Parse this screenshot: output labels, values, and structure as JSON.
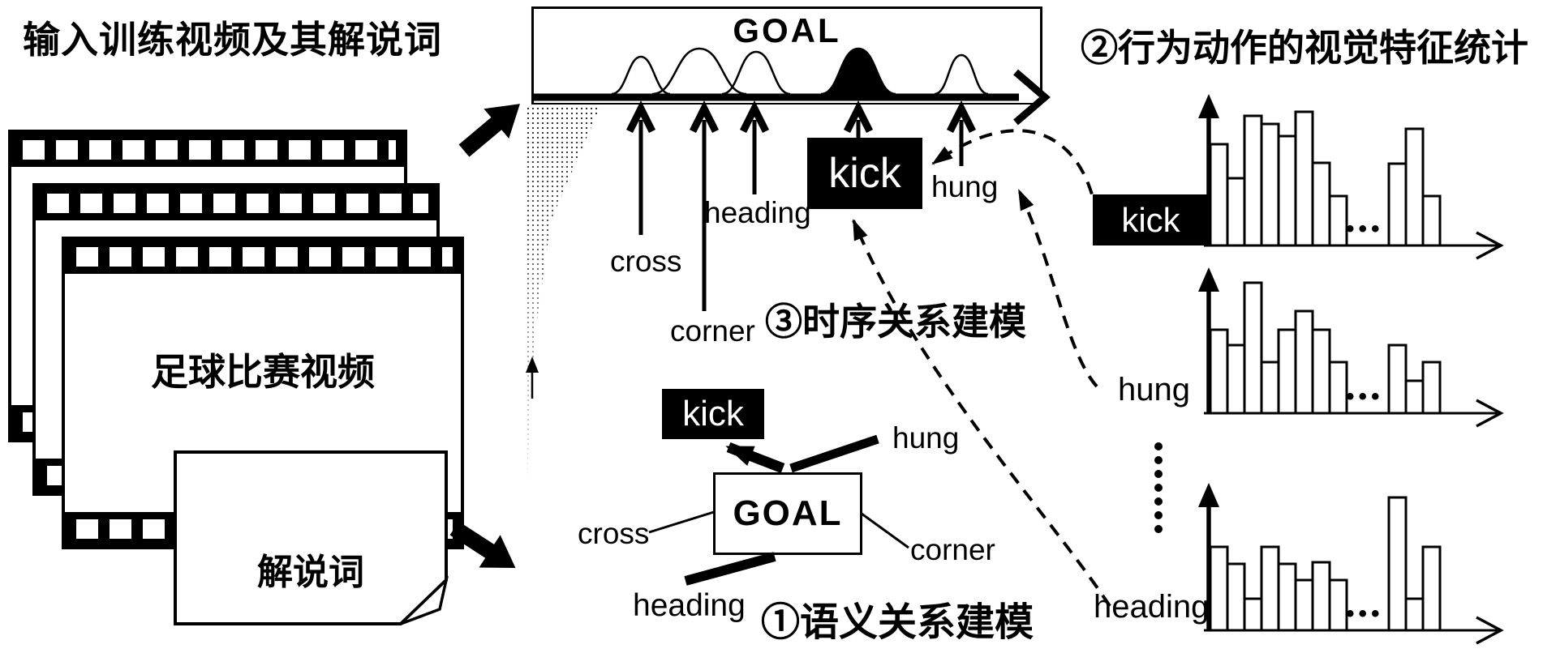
{
  "figure": {
    "input_title": "输入训练视频及其解说词",
    "video_label": "足球比赛视频",
    "transcript_label": "解说词"
  },
  "timeline": {
    "goal": "GOAL",
    "kick": "kick",
    "hung": "hung",
    "heading": "heading",
    "cross": "cross",
    "corner": "corner",
    "step_label": "③时序关系建模"
  },
  "semantic": {
    "kick": "kick",
    "goal": "GOAL",
    "hung": "hung",
    "cross": "cross",
    "corner": "corner",
    "heading": "heading",
    "step_label": "①语义关系建模"
  },
  "stats": {
    "title": "②行为动作的视觉特征统计",
    "gap_marker": "•••",
    "vertical_dot_count": 7
  },
  "chart_data": [
    {
      "type": "bar",
      "label": "kick",
      "label_style": "white-on-black-box",
      "values": [
        0.76,
        0.5,
        0.97,
        0.91,
        0.82,
        1.0,
        0.62,
        0.37,
        "...",
        0.61,
        0.87,
        0.37
      ],
      "ylim": [
        0,
        1
      ],
      "xlabel": "",
      "ylabel": ""
    },
    {
      "type": "bar",
      "label": "hung",
      "label_style": "plain",
      "values": [
        0.64,
        0.52,
        1.0,
        0.39,
        0.64,
        0.78,
        0.64,
        0.39,
        "...",
        0.52,
        0.25,
        0.39
      ],
      "ylim": [
        0,
        1
      ],
      "xlabel": "",
      "ylabel": ""
    },
    {
      "type": "bar",
      "label": "heading",
      "label_style": "plain",
      "values": [
        0.63,
        0.5,
        0.24,
        0.63,
        0.5,
        0.38,
        0.51,
        0.38,
        "...",
        1.0,
        0.24,
        0.63
      ],
      "ylim": [
        0,
        1
      ],
      "xlabel": "",
      "ylabel": ""
    }
  ]
}
